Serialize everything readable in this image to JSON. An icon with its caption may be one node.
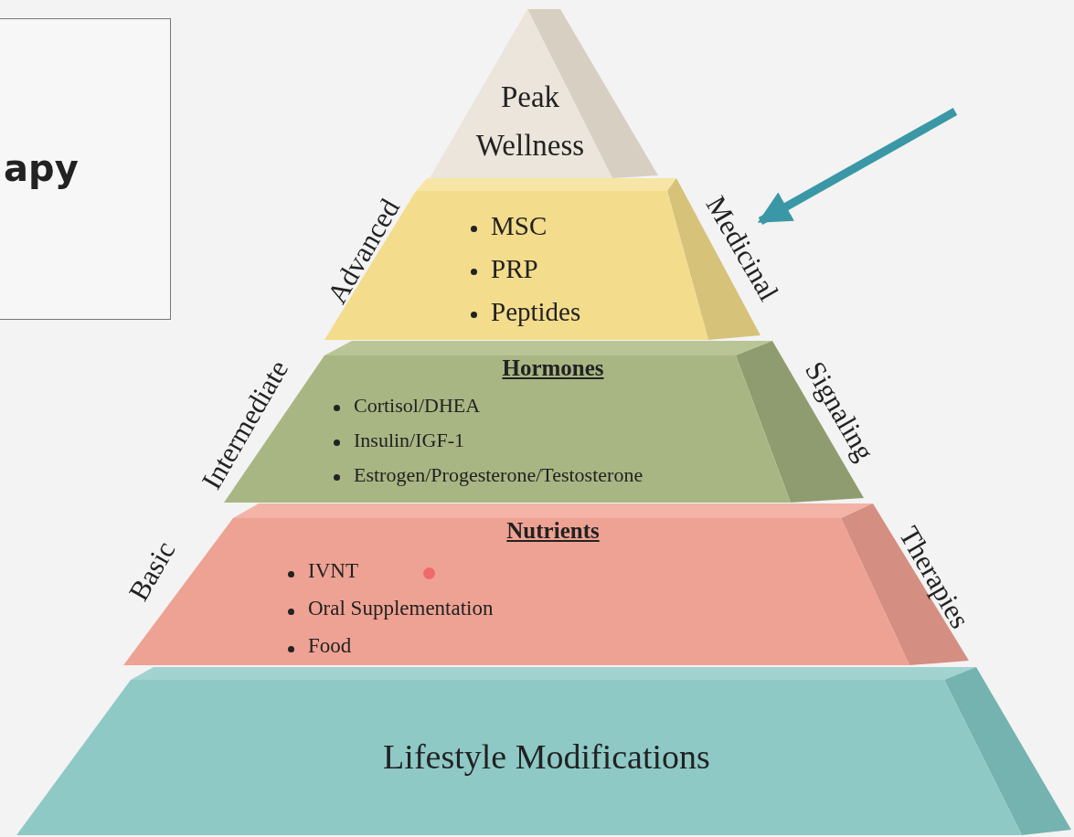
{
  "diagram": {
    "nodes": [
      {
        "text": [
          "apy"
        ]
      },
      {
        "text": [
          "Peak Wellness"
        ]
      },
      {
        "text": [
          "MSC",
          "PRP",
          "Peptides"
        ],
        "beside": [
          "Advanced",
          "Medicinal"
        ]
      },
      {
        "text": [
          "Hormones",
          "Cortisol/DHEA",
          "Insulin/IGF-1",
          "Estrogen/Progesterone/Testosterone"
        ],
        "beside": [
          "Intermediate",
          "Signaling"
        ]
      },
      {
        "text": [
          "Nutrients",
          "IVNT",
          "Oral Supplementation",
          "Food"
        ],
        "beside": [
          "Basic",
          "Therapies"
        ]
      },
      {
        "text": [
          "Lifestyle Modifications"
        ]
      }
    ],
    "edges": [
      {
        "from": null,
        "to": 2,
        "arrow": "to"
      }
    ]
  }
}
